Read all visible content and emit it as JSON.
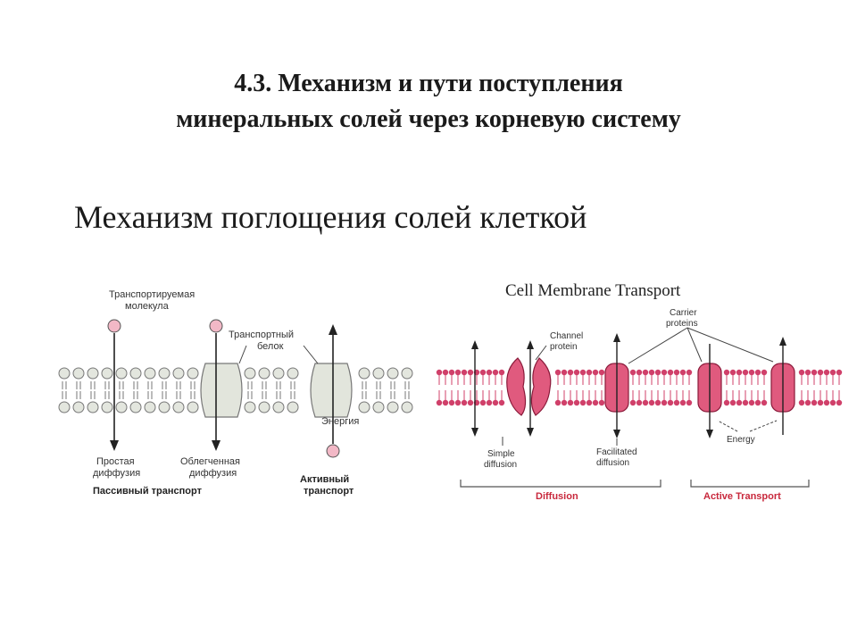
{
  "slide": {
    "title_line1": "4.3. Механизм и пути поступления",
    "title_line2": "минеральных солей через корневую систему",
    "subtitle": "Механизм поглощения солей клеткой"
  },
  "left_diagram": {
    "label_molecule_1": "Транспортируемая",
    "label_molecule_2": "молекула",
    "label_protein_1": "Транспортный",
    "label_protein_2": "белок",
    "label_energy": "Энергия",
    "label_simple_1": "Простая",
    "label_simple_2": "диффузия",
    "label_facilitated_1": "Облегченная",
    "label_facilitated_2": "диффузия",
    "label_active_1": "Активный",
    "label_active_2": "транспорт",
    "label_passive": "Пассивный транспорт"
  },
  "right_diagram": {
    "title": "Cell Membrane Transport",
    "label_channel_1": "Channel",
    "label_channel_2": "protein",
    "label_carrier_1": "Carrier",
    "label_carrier_2": "proteins",
    "label_energy": "Energy",
    "label_simple_1": "Simple",
    "label_simple_2": "diffusion",
    "label_facilitated_1": "Facilitated",
    "label_facilitated_2": "diffusion",
    "label_diffusion": "Diffusion",
    "label_active": "Active Transport",
    "colors": {
      "membrane": "#d0406a",
      "protein": "#e05a7e",
      "tag": "#c8283c"
    }
  }
}
